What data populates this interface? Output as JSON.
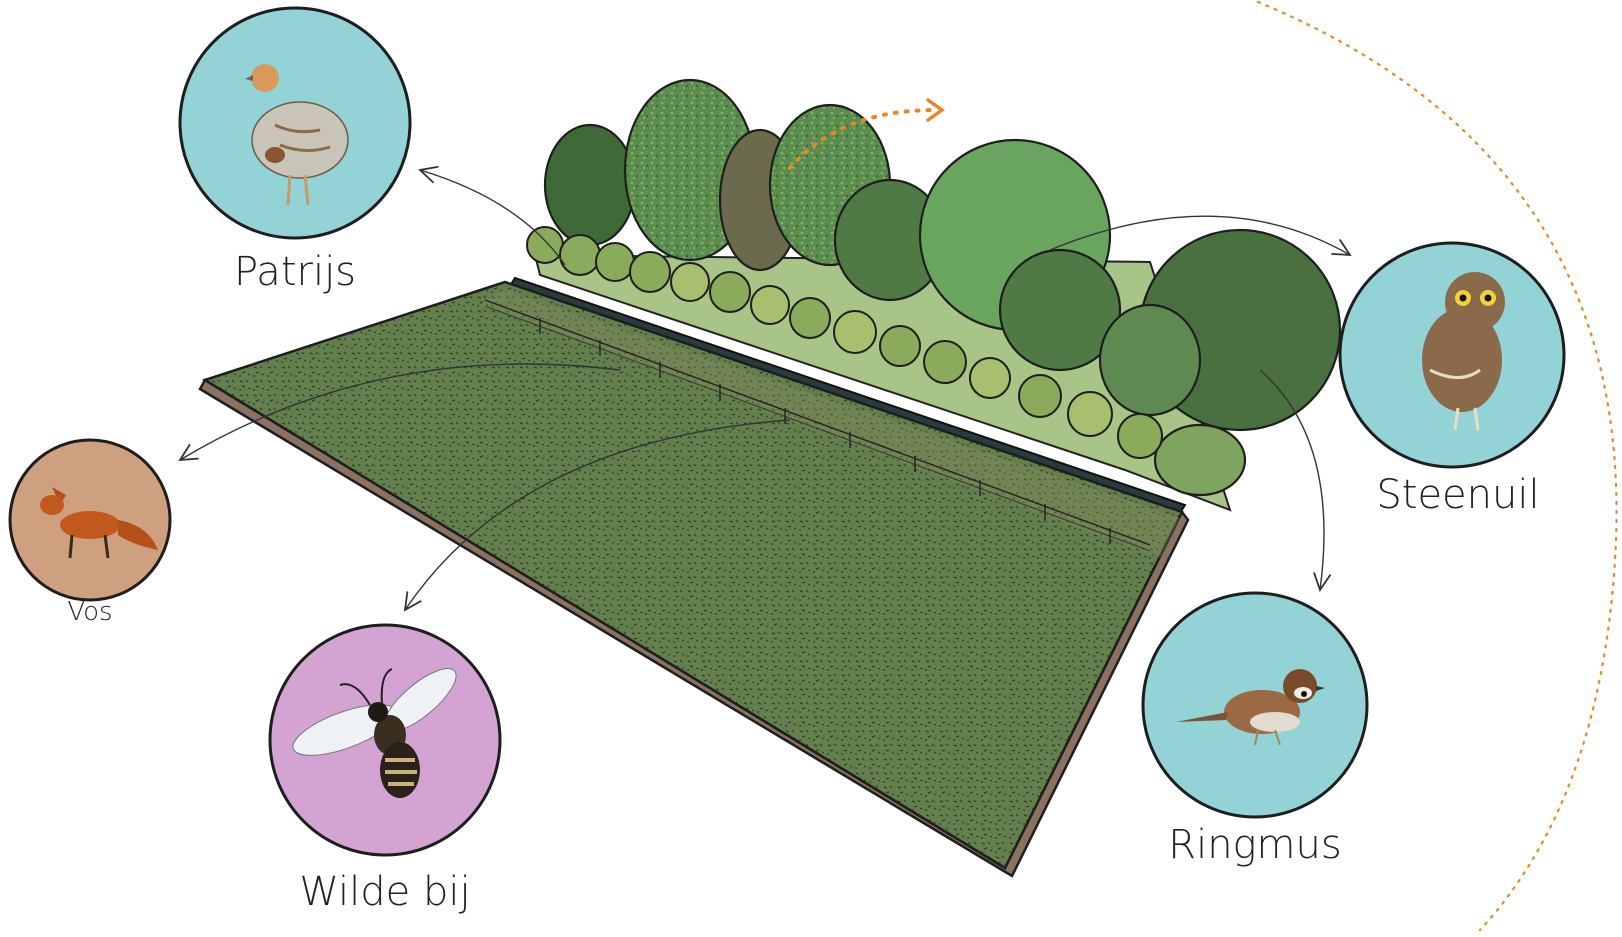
{
  "animals": {
    "patrijs": {
      "label": "Patrijs",
      "bg": "#93d3d6"
    },
    "vos": {
      "label": "Vos",
      "bg": "#cfa07f"
    },
    "wilde_bij": {
      "label": "Wilde bij",
      "bg": "#d3a3d2"
    },
    "steenuil": {
      "label": "Steenuil",
      "bg": "#93d3d6"
    },
    "ringmus": {
      "label": "Ringmus",
      "bg": "#93d3d6"
    }
  },
  "colors": {
    "field": "#627f4d",
    "field_edge": "#8a7160",
    "ditch": "#2b3a3e",
    "tree_dark": "#4f7a45",
    "tree_mid": "#5f9a52",
    "tree_light": "#8aab5c",
    "accent_dotted": "#e8862a",
    "arrow": "#333333"
  }
}
